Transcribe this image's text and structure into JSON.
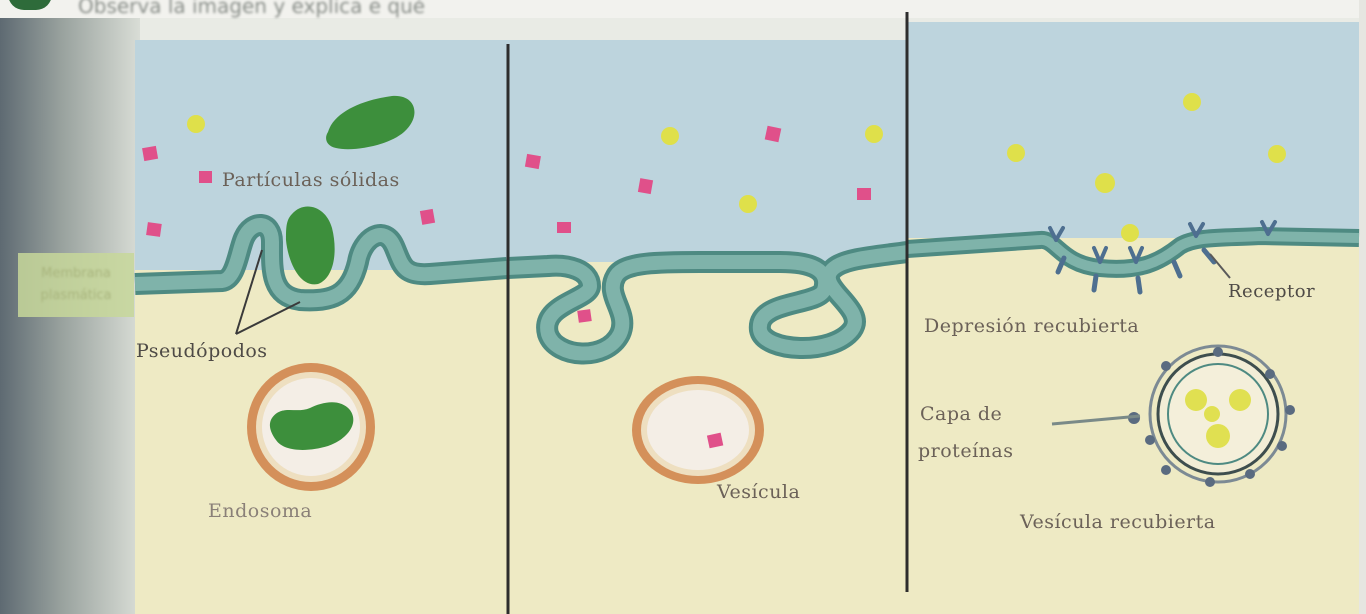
{
  "header": {
    "instruction_text": "Observa la imagen y explica e qué"
  },
  "side_tab": {
    "text": "Membrana plasmática"
  },
  "panels": {
    "phagocytosis": {
      "label_particles": "Partículas sólidas",
      "label_pseudopods": "Pseudópodos",
      "label_endosome": "Endosoma"
    },
    "pinocytosis": {
      "label_vesicle": "Vesícula"
    },
    "receptor_mediated": {
      "label_receptor": "Receptor",
      "label_pit": "Depresión recubierta",
      "label_protein_layer_1": "Capa de",
      "label_protein_layer_2": "proteínas",
      "label_coated_vesicle": "Vesícula recubierta"
    }
  },
  "colors": {
    "extracellular": "#bdd4dd",
    "cytoplasm": "#eeeac4",
    "membrane": "#76aaa2",
    "membrane_edge": "#4e8a82",
    "vesicle_ring": "#d4905a",
    "bacterium": "#3d8f3c",
    "particle_pink": "#e0508a",
    "particle_yellow": "#dfe04a",
    "divider": "#2d2d2d"
  }
}
